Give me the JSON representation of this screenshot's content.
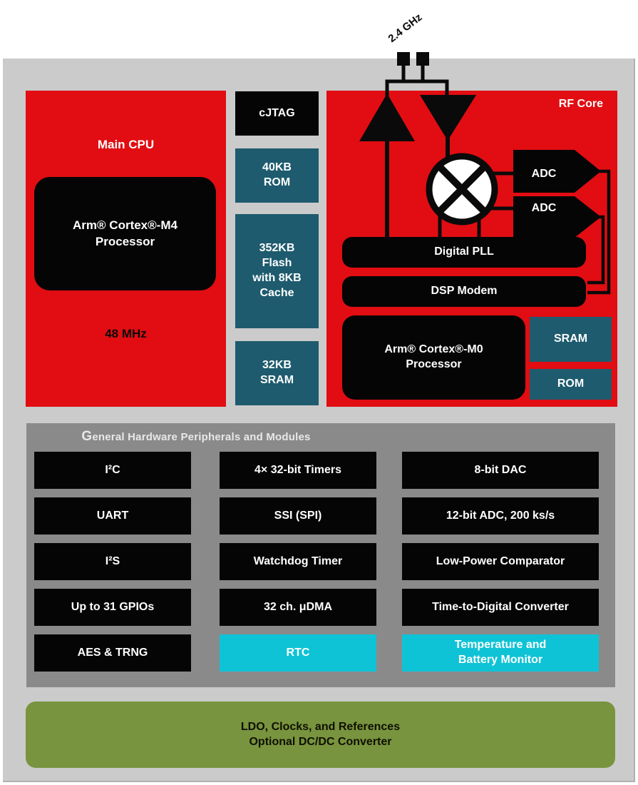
{
  "antenna": {
    "label": "2.4 GHz"
  },
  "main_cpu": {
    "title": "Main CPU",
    "processor": "Arm® Cortex®-M4\nProcessor",
    "frequency": "48 MHz"
  },
  "memory": {
    "cjtag": "cJTAG",
    "rom": "40KB\nROM",
    "flash": "352KB\nFlash\nwith 8KB\nCache",
    "sram": "32KB\nSRAM"
  },
  "rf": {
    "title": "RF Core",
    "adc_top": "ADC",
    "adc_bottom": "ADC",
    "digital_pll": "Digital PLL",
    "dsp_modem": "DSP Modem",
    "processor": "Arm® Cortex®-M0\nProcessor",
    "sram": "SRAM",
    "rom": "ROM"
  },
  "peripherals": {
    "title": "General Hardware Peripherals and Modules",
    "col1": [
      "I²C",
      "UART",
      "I²S",
      "Up to 31 GPIOs",
      "AES & TRNG"
    ],
    "col2": [
      "4× 32-bit Timers",
      "SSI (SPI)",
      "Watchdog Timer",
      "32 ch. μDMA",
      "RTC"
    ],
    "col3": [
      "8-bit DAC",
      "12-bit ADC, 200 ks/s",
      "Low-Power Comparator",
      "Time-to-Digital Converter",
      "Temperature and\nBattery Monitor"
    ]
  },
  "power": {
    "label": "LDO, Clocks, and References\nOptional DC/DC Converter"
  },
  "colors": {
    "red": "#e10d12",
    "teal": "#1e5b6e",
    "cyan": "#0fc3d6",
    "green": "#78943e",
    "panel_gray": "#8a8a8a",
    "canvas_gray": "#cbcbcb",
    "block_black": "#050505"
  }
}
